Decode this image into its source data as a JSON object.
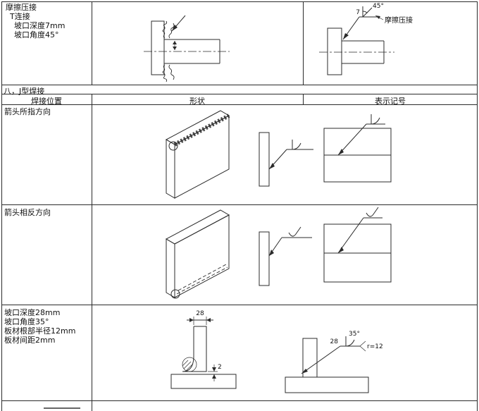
{
  "friction_section": {
    "label_lines": [
      "摩擦压接",
      "T连接",
      "坡口深度7mm",
      "坡口角度45°"
    ],
    "symbol": {
      "angle": "45°",
      "depth": "7",
      "note": "摩擦压接"
    }
  },
  "section_heading": "八，J型焊接",
  "table": {
    "col_position": "焊接位置",
    "col_shape": "形状",
    "col_symbol": "表示记号",
    "rows": {
      "arrow_side": {
        "position": "箭头所指方向"
      },
      "other_side": {
        "position": "箭头相反方向"
      },
      "dimensioned": {
        "lines": [
          "坡口深度28mm",
          "坡口角度35°",
          "板材根部半径12mm",
          "板材间距2mm"
        ],
        "dims": {
          "width": "28",
          "gap": "2",
          "depth": "28",
          "angle": "35°",
          "radius": "r=12"
        }
      }
    }
  }
}
